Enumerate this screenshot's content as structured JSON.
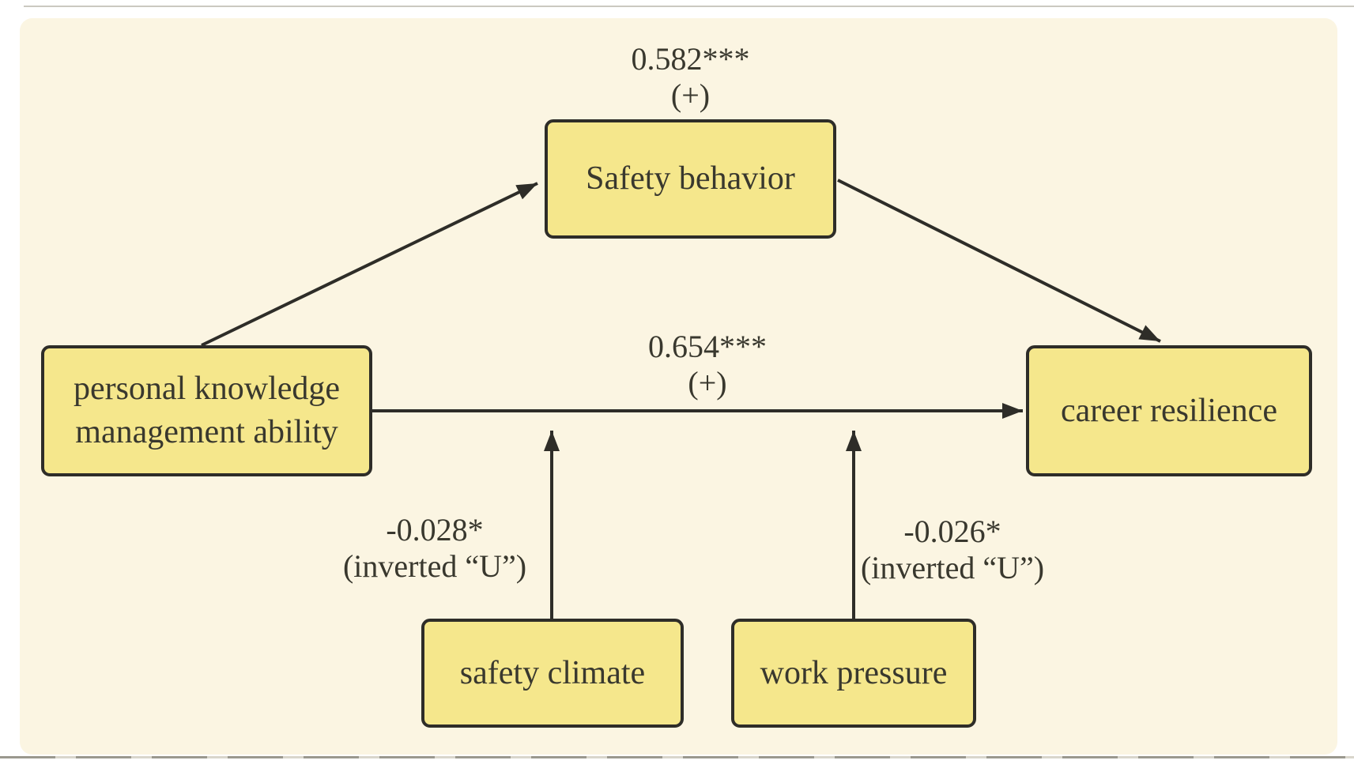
{
  "figure": {
    "type": "moderated-mediation-path-diagram",
    "colors": {
      "outer_background": "#ffffff",
      "panel_background": "#fbf5e2",
      "node_fill": "#f5e78c",
      "node_border": "#2e2d28",
      "arrow": "#2e2d28",
      "text": "#39382e"
    }
  },
  "nodes": {
    "safety_behavior": {
      "label": "Safety behavior"
    },
    "personal_knowledge_management_ability": {
      "label": "personal knowledge management ability"
    },
    "career_resilience": {
      "label": "career resilience"
    },
    "safety_climate": {
      "label": "safety climate"
    },
    "work_pressure": {
      "label": "work pressure"
    }
  },
  "paths": {
    "pkma_to_safety_behavior": {
      "coefficient": "0.582***",
      "effect": "(+)"
    },
    "pkma_to_career_resilience": {
      "coefficient": "0.654***",
      "effect": "(+)"
    },
    "safety_climate_moderation": {
      "coefficient": "-0.028*",
      "effect": "(inverted “U”)"
    },
    "work_pressure_moderation": {
      "coefficient": "-0.026*",
      "effect": "(inverted “U”)"
    }
  }
}
